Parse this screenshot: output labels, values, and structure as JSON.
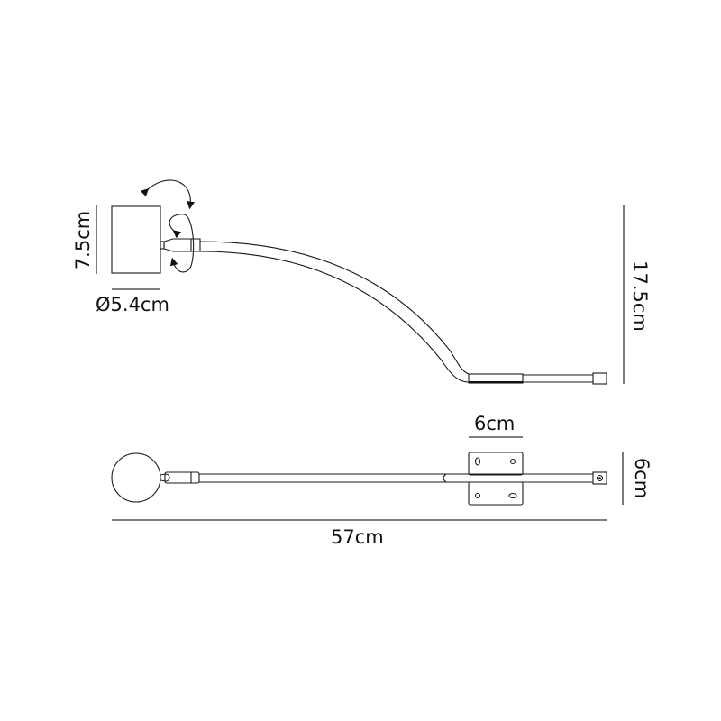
{
  "diagram": {
    "type": "technical-dimension-drawing",
    "subject": "wall reading lamp with curved arm",
    "views": [
      {
        "name": "side-view",
        "dimensions": {
          "head_height": "7.5cm",
          "head_diameter": "Ø5.4cm",
          "overall_height": "17.5cm"
        }
      },
      {
        "name": "top-view",
        "dimensions": {
          "backplate_width": "6cm",
          "backplate_depth": "6cm",
          "overall_length": "57cm"
        }
      }
    ],
    "colors": {
      "line": "#1a1a1a",
      "background": "#ffffff"
    }
  }
}
